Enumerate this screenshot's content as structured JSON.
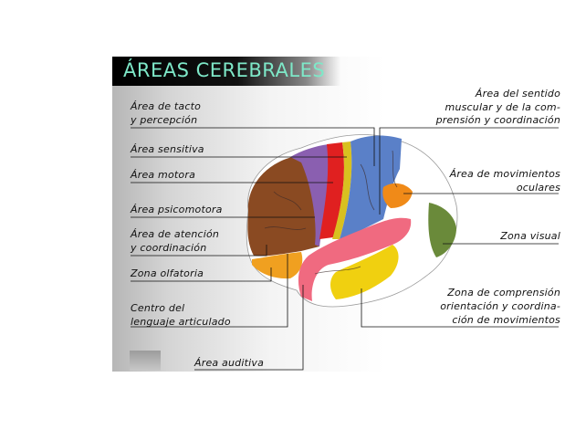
{
  "title": "ÁREAS CEREBRALES",
  "labels": {
    "tacto_1": "Área de tacto",
    "tacto_2": "y percepción",
    "sensitiva": "Área sensitiva",
    "motora": "Área motora",
    "psicomotora": "Área psicomotora",
    "atencion_1": "Área de atención",
    "atencion_2": "y coordinación",
    "olfatoria": "Zona olfatoria",
    "lenguaje_1": "Centro del",
    "lenguaje_2": "lenguaje articulado",
    "auditiva": "Área auditiva",
    "muscular_1": "Área del sentido",
    "muscular_2": "muscular y de la com-",
    "muscular_3": "prensión y coordinación",
    "oculares_1": "Área de movimientos",
    "oculares_2": "oculares",
    "visual": "Zona visual",
    "comprension_1": "Zona de comprensión",
    "comprension_2": "orientación y coordina-",
    "comprension_3": "ción de movimientos"
  },
  "colors": {
    "title_text": "#7ee8c8",
    "frontal": "#8a4a22",
    "olfactory": "#f0a020",
    "purple": "#8a5fb0",
    "motor": "#e02020",
    "sensory_strip": "#d8c020",
    "blue": "#5a80c8",
    "temporal": "#f06a80",
    "orange": "#f08a18",
    "occipital": "#6a8a3a",
    "yellow": "#f0d010"
  }
}
